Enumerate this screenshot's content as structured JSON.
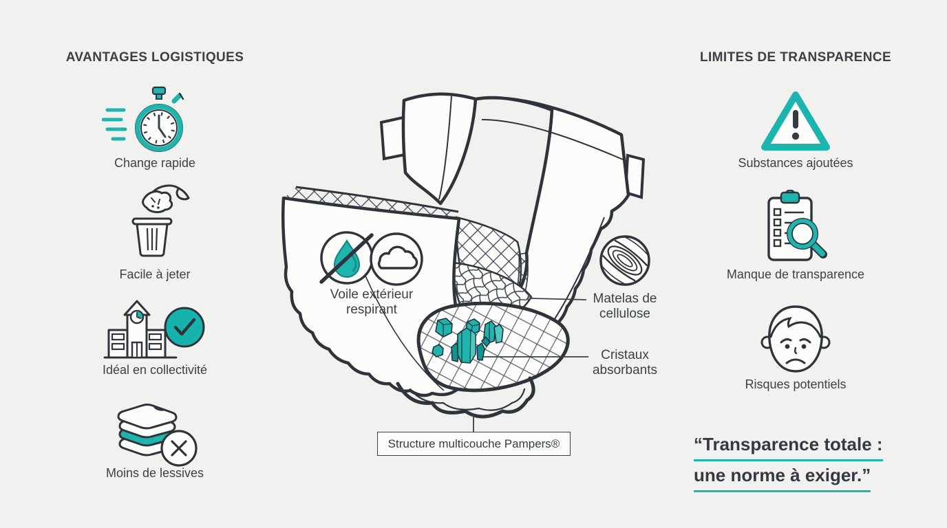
{
  "palette": {
    "teal": "#1FB5AE",
    "teal_light": "#4FC8C3",
    "teal_dark": "#10948F",
    "ink": "#2E343A",
    "text": "#3A4147",
    "background": "#F1F1EF"
  },
  "left_column": {
    "title": "AVANTAGES LOGISTIQUES",
    "items": [
      {
        "icon": "stopwatch-icon",
        "label": "Change rapide"
      },
      {
        "icon": "diaper-trash-icon",
        "label": "Facile à jeter"
      },
      {
        "icon": "nursery-building-check-icon",
        "label": "Idéal en collectivité"
      },
      {
        "icon": "laundry-stack-none-icon",
        "label": "Moins de lessives"
      }
    ]
  },
  "right_column": {
    "title": "LIMITES DE TRANSPARENCE",
    "items": [
      {
        "icon": "warning-triangle-icon",
        "label": "Substances ajoutées"
      },
      {
        "icon": "checklist-magnifier-icon",
        "label": "Manque de transparence"
      },
      {
        "icon": "worried-face-icon",
        "label": "Risques potentiels"
      }
    ],
    "quote": {
      "line1": "“Transparence totale :",
      "line2": "une norme à exiger.”"
    }
  },
  "diagram": {
    "icons": [
      "no-leak-drop-icon",
      "breathable-cloud-icon",
      "wood-grain-icon"
    ],
    "labels": {
      "outer_layer": {
        "line1": "Voile extérieur",
        "line2": "respirant"
      },
      "cellulose": {
        "line1": "Matelas de",
        "line2": "cellulose"
      },
      "crystals": {
        "line1": "Cristaux",
        "line2": "absorbants"
      },
      "caption": "Structure multicouche Pampers®"
    }
  }
}
